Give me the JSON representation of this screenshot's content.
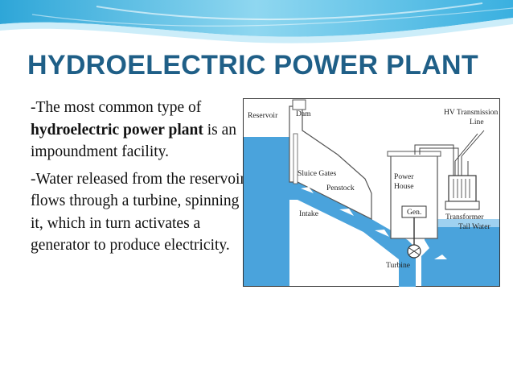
{
  "slide": {
    "title": "HYDROELECTRIC POWER PLANT",
    "bullet1": {
      "t1": "-The most common type of ",
      "b1": "hydroelectric power plant",
      "t2": " is an impoundment facility."
    },
    "bullet2": "-Water released from the reservoir flows through a turbine, spinning it, which in turn activates a generator to produce electricity."
  },
  "diagram": {
    "labels": {
      "reservoir": "Reservoir",
      "dam": "Dam",
      "hv_line_1": "HV Transmission",
      "hv_line_2": "Line",
      "sluice_gates": "Sluice Gates",
      "penstock": "Penstock",
      "power_house_1": "Power",
      "power_house_2": "House",
      "gen": "Gen.",
      "transformer": "Transformer",
      "tail_water": "Tail Water",
      "intake": "Intake",
      "turbine": "Turbine"
    },
    "colors": {
      "water": "#4aa3dc",
      "water_light": "#9fd1f0",
      "structure": "#555555"
    }
  },
  "theme": {
    "title_color": "#1f5f87",
    "wave_color": "#5bc0e6"
  }
}
